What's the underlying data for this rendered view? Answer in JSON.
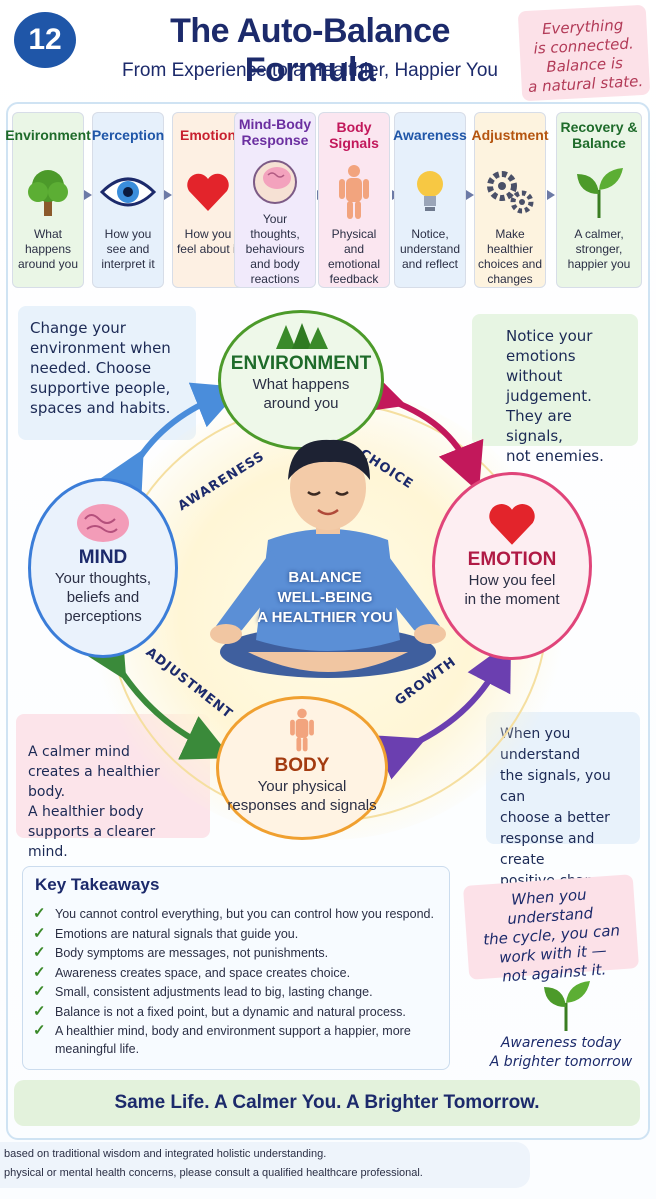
{
  "header": {
    "number": "12",
    "title": "The Auto-Balance Formula",
    "subtitle": "From Experience to a Healthier, Happier You",
    "note_lines": [
      "Everything",
      "is connected.",
      "Balance is",
      "a natural state."
    ]
  },
  "process_steps": [
    {
      "title": "Environment",
      "icon": "tree-icon",
      "desc": "What happens around you",
      "color": "#1e6b2a"
    },
    {
      "title": "Perception",
      "icon": "eye-icon",
      "desc": "How you see and interpret it",
      "color": "#1f56a8"
    },
    {
      "title": "Emotion",
      "icon": "heart-icon",
      "desc": "How you feel about it",
      "color": "#c8202f"
    },
    {
      "title": "Mind-Body Response",
      "icon": "brain-icon",
      "desc": "Your thoughts, behaviours and body reactions",
      "color": "#6b2fa0"
    },
    {
      "title": "Body Signals",
      "icon": "body-icon",
      "desc": "Physical and emotional feedback",
      "color": "#c2185b"
    },
    {
      "title": "Awareness",
      "icon": "lightbulb-icon",
      "desc": "Notice, understand and reflect",
      "color": "#1f56a8"
    },
    {
      "title": "Adjustment",
      "icon": "gears-icon",
      "desc": "Make healthier choices and changes",
      "color": "#b5540f"
    },
    {
      "title": "Recovery & Balance",
      "icon": "sprout-icon",
      "desc": "A calmer, stronger, happier you",
      "color": "#1e6b2a"
    }
  ],
  "side_notes": {
    "environment_tip": [
      "Change your",
      "environment when",
      "needed. Choose",
      "supportive people,",
      "spaces and habits."
    ],
    "emotion_tip": [
      "Notice your",
      "emotions without",
      "judgement.",
      "They are signals,",
      "not enemies."
    ],
    "body_tip": [
      "A calmer mind",
      "creates a healthier body.",
      "A healthier body",
      "supports a clearer mind."
    ],
    "signals_tip": [
      "When you understand",
      "the signals, you can",
      "choose a better",
      "response and create",
      "positive change."
    ]
  },
  "cycle": {
    "environment": {
      "title": "ENVIRONMENT",
      "desc_lines": [
        "What happens",
        "around you"
      ]
    },
    "mind": {
      "title": "MIND",
      "desc_lines": [
        "Your thoughts,",
        "beliefs and",
        "perceptions"
      ]
    },
    "emotion": {
      "title": "EMOTION",
      "desc_lines": [
        "How you feel",
        "in the moment"
      ]
    },
    "body": {
      "title": "BODY",
      "desc_lines": [
        "Your physical",
        "responses and signals"
      ]
    },
    "labels": {
      "awareness": "AWARENESS",
      "choice": "CHOICE",
      "adjustment": "ADJUSTMENT",
      "growth": "GROWTH"
    },
    "center_lines": [
      "BALANCE",
      "WELL-BEING",
      "A HEALTHIER YOU"
    ]
  },
  "takeaways": {
    "title": "Key Takeaways",
    "items": [
      "You cannot control everything, but you can control how you respond.",
      "Emotions are natural signals that guide you.",
      "Body symptoms are messages, not punishments.",
      "Awareness creates space, and space creates choice.",
      "Small, consistent adjustments lead to big, lasting change.",
      "Balance is not a fixed point, but a dynamic and natural process.",
      "A healthier mind, body and environment support a happier, more meaningful life."
    ]
  },
  "cycle_note_lines": [
    "When you understand",
    "the cycle, you can",
    "work with it —",
    "not against it."
  ],
  "awareness_lines": [
    "Awareness today",
    "A brighter tomorrow"
  ],
  "banner": "Same Life. A Calmer You. A Brighter Tomorrow.",
  "footer_lines": [
    "based on traditional wisdom and integrated holistic understanding.",
    "physical or mental health concerns, please consult a qualified healthcare professional."
  ]
}
